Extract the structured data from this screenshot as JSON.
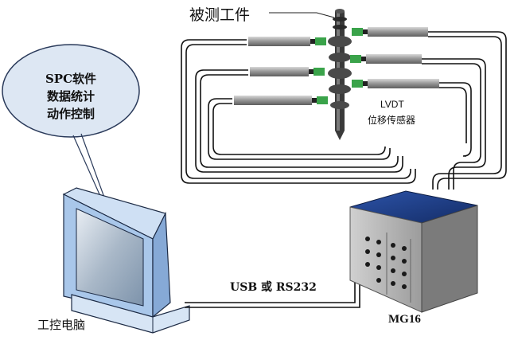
{
  "labels": {
    "workpiece": "被测工件",
    "lvdt_line1": "LVDT",
    "lvdt_line2": "位移传感器",
    "bubble_line1": "SPC软件",
    "bubble_line2": "数据统计",
    "bubble_line3": "动作控制",
    "computer": "工控电脑",
    "connection": "USB 或 RS232",
    "device": "MG16"
  },
  "colors": {
    "bubble_fill": "#dde7f3",
    "bubble_stroke": "#2a3a5a",
    "monitor_frame": "#a9c7ea",
    "monitor_screen": "#9bb2c8",
    "sensor_body": "#9a9a9a",
    "sensor_tip": "#3aa34a",
    "device_top": "#1e3d8a",
    "device_face": "#b8b8b8",
    "cable": "#111111"
  }
}
